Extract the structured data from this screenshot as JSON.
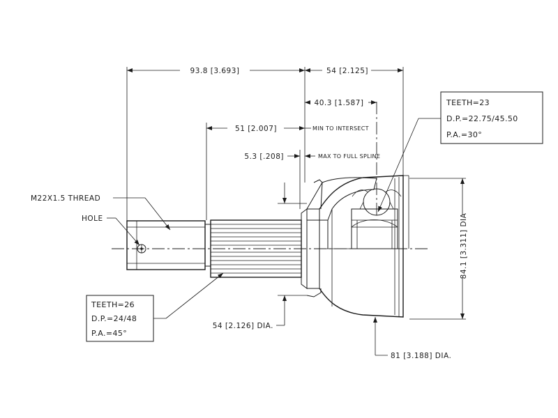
{
  "dimensions": {
    "overall_length": "93.8 [3.693]",
    "housing_length": "54 [2.125]",
    "to_ball_center": "40.3 [1.587]",
    "spline_length": "51 [2.007]",
    "spline_length_note": "MIN TO INTERSECT",
    "spline_gap": "5.3 [.208]",
    "spline_gap_note": "MAX TO FULL SPLINE",
    "housing_height": "84.1 [3.311] DIA",
    "seat_diameter": "54 [2.126] DIA.",
    "housing_diameter": "81 [3.188] DIA."
  },
  "callouts": {
    "thread": "M22X1.5 THREAD",
    "hole": "HOLE"
  },
  "inner_spline_spec": {
    "teeth": "TEETH=23",
    "diametral_pitch": "D.P.=22.75/45.50",
    "pressure_angle": "P.A.=30°"
  },
  "outer_spline_spec": {
    "teeth": "TEETH=26",
    "diametral_pitch": "D.P.=24/48",
    "pressure_angle": "P.A.=45°"
  }
}
